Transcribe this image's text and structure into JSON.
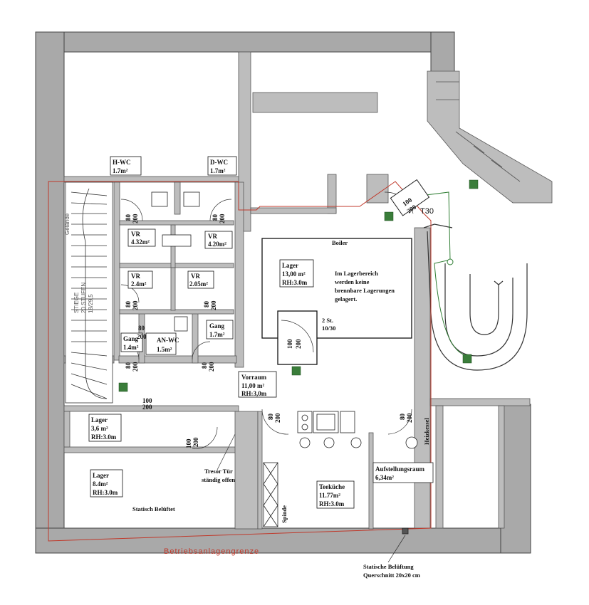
{
  "rooms": {
    "h_wc": {
      "name": "H-WC",
      "area": "1.7m²"
    },
    "d_wc": {
      "name": "D-WC",
      "area": "1.7m²"
    },
    "vr1": {
      "name": "VR",
      "area": "4.32m²"
    },
    "vr2": {
      "name": "VR",
      "area": "4.20m²"
    },
    "vr3": {
      "name": "VR",
      "area": "2.4m²"
    },
    "vr4": {
      "name": "VR",
      "area": "2.05m²"
    },
    "an_wc": {
      "name": "AN-WC",
      "area": "1.5m²"
    },
    "gang1": {
      "name": "Gang",
      "area": "1.4m²"
    },
    "gang2": {
      "name": "Gang",
      "area": "1.7m²"
    },
    "lager_main": {
      "name": "Lager",
      "area": "13,00 m²",
      "rh": "RH:3.0m"
    },
    "lager_small": {
      "name": "Lager",
      "area": "3,6 m²",
      "rh": "RH:3.0m"
    },
    "lager_3": {
      "name": "Lager",
      "area": "8.4m²",
      "rh": "RH:3.0m"
    },
    "vorraum": {
      "name": "Vorraum",
      "area": "11,00 m²",
      "rh": "RH:3,0m"
    },
    "teekueche": {
      "name": "Teeküche",
      "area": "11.77m²",
      "rh": "RH:3.0m"
    },
    "aufstellungsraum": {
      "name": "Aufstellungsraum",
      "area": "6,34m²"
    }
  },
  "notes": {
    "lagerbereich": [
      "Im Lagerbereich",
      "werden keine",
      "brennbare Lagerungen",
      "gelagert."
    ],
    "boiler": "Boiler",
    "fire_door": [
      "2 St.",
      "10/30"
    ],
    "t30": "T30",
    "tresor": [
      "Tresor Tür",
      "ständig offen"
    ],
    "statisch": "Statisch Belüftet",
    "spinde": "Spinde",
    "heizkessel": "Heizkessel",
    "gelaende": "Gelände",
    "stiege": [
      "STIEGE",
      "20 STUFEN",
      "18/29,5"
    ],
    "boundary": "Betriebsanlagengrenze",
    "vent": [
      "Statische Belüftung",
      "Querschnitt 20x20 cm"
    ]
  },
  "doors": {
    "d80": "80",
    "d100": "100",
    "d200": "200"
  }
}
